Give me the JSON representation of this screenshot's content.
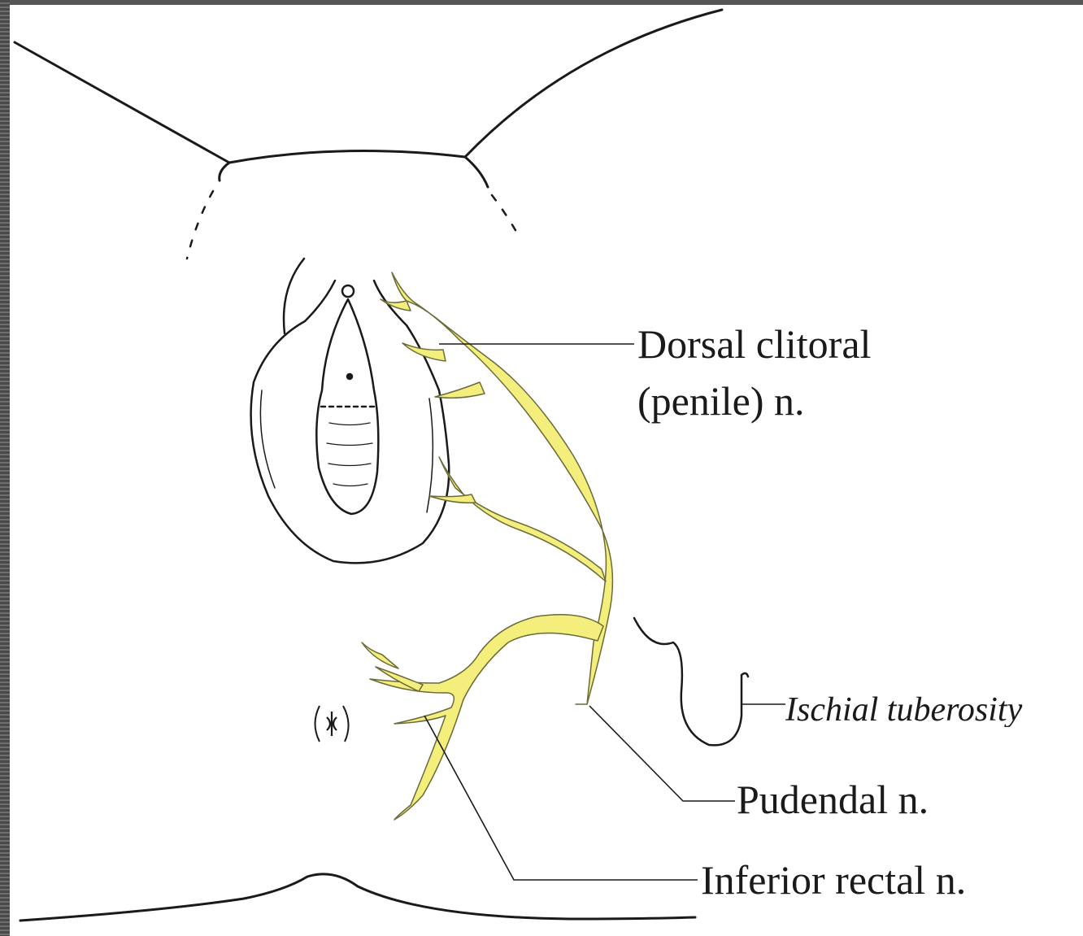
{
  "labels": {
    "dorsal_line1": "Dorsal clitoral",
    "dorsal_line2": "(penile) n.",
    "ischial": "Ischial tuberosity",
    "pudendal": "Pudendal n.",
    "inferior_rectal": "Inferior rectal n."
  },
  "colors": {
    "nerve_fill": "#f4ee7c",
    "nerve_outline": "#6b6a3a",
    "ink": "#1a1a1a",
    "background": "#ffffff",
    "frame": "#555555"
  }
}
